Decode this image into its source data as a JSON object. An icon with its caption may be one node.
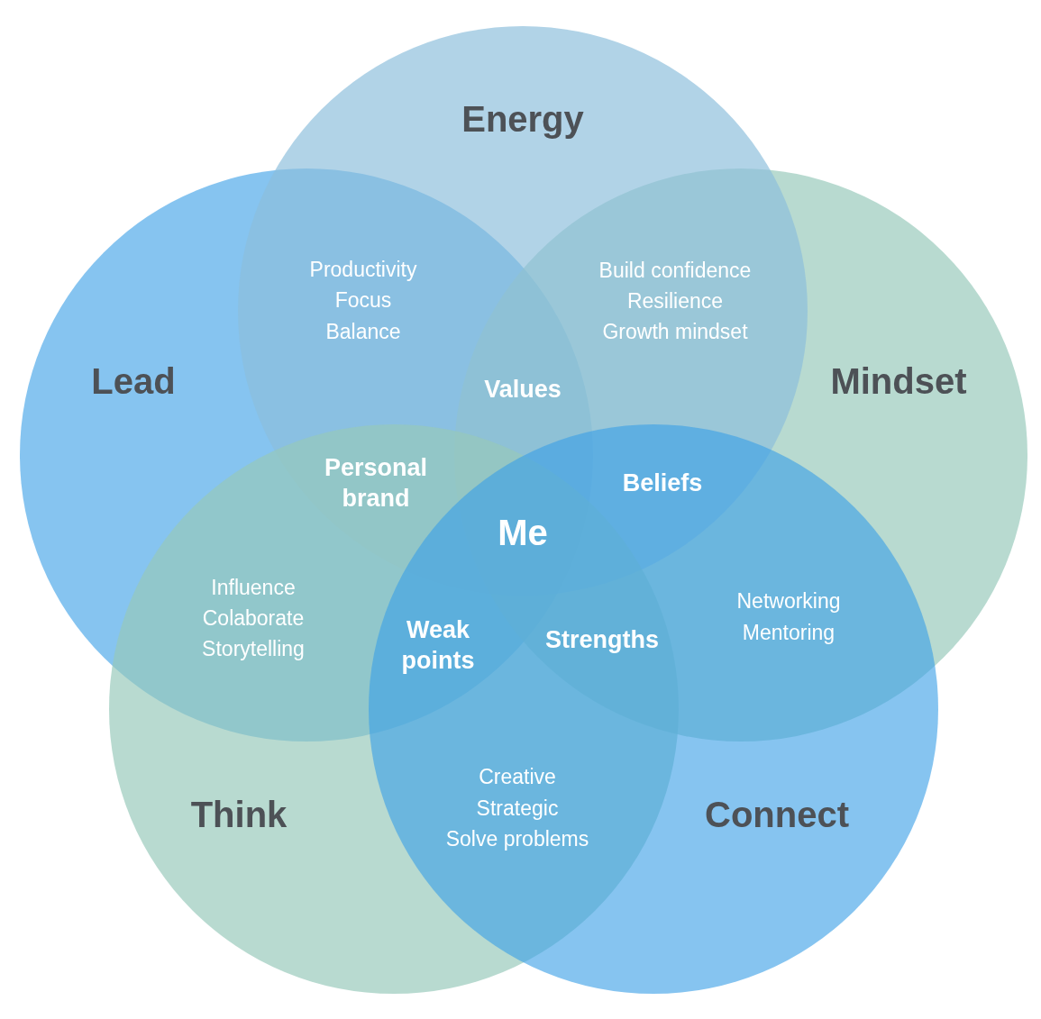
{
  "diagram": {
    "nodes": [
      {
        "text": [
          "Energy"
        ]
      },
      {
        "text": [
          "Lead"
        ]
      },
      {
        "text": [
          "Mindset"
        ]
      },
      {
        "text": [
          "Think"
        ]
      },
      {
        "text": [
          "Connect"
        ]
      }
    ],
    "labels": [
      "Productivity",
      "Focus",
      "Balance",
      "Build confidence",
      "Resilience",
      "Growth mindset",
      "Values",
      "Personal brand",
      "Beliefs",
      "Me",
      "Influence",
      "Colaborate",
      "Storytelling",
      "Networking",
      "Mentoring",
      "Weak points",
      "Strengths",
      "Creative",
      "Strategic",
      "Solve problems"
    ]
  }
}
